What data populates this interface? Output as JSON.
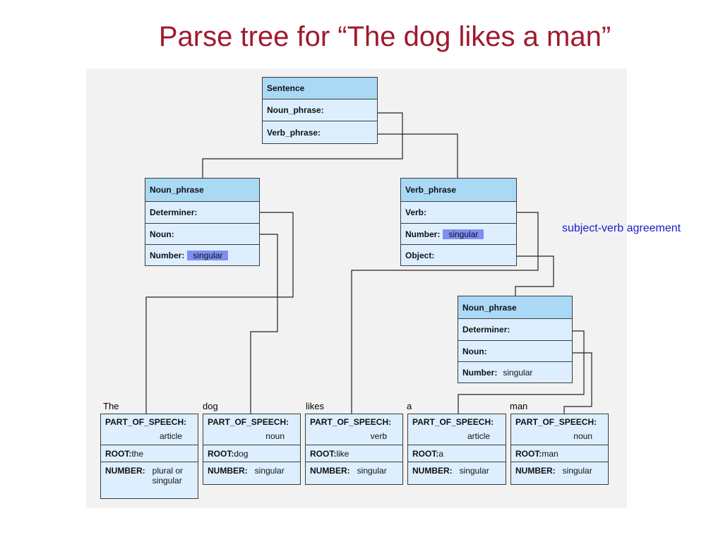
{
  "title": "Parse tree for  “The dog likes a man”",
  "annotation": "subject-verb agreement",
  "sentence": {
    "header": "Sentence",
    "rows": [
      "Noun_phrase:",
      "Verb_phrase:"
    ]
  },
  "np1": {
    "header": "Noun_phrase",
    "determiner": "Determiner:",
    "noun": "Noun:",
    "number_label": "Number:",
    "number_value": "singular"
  },
  "vp": {
    "header": "Verb_phrase",
    "verb": "Verb:",
    "number_label": "Number:",
    "number_value": "singular",
    "object": "Object:"
  },
  "np2": {
    "header": "Noun_phrase",
    "determiner": "Determiner:",
    "noun": "Noun:",
    "number_label": "Number:",
    "number_value": "singular"
  },
  "leaves": [
    {
      "word": "The",
      "pos_label": "PART_OF_SPEECH:",
      "pos": "article",
      "root_label": "ROOT:",
      "root": "the",
      "number_label": "NUMBER:",
      "number": "plural or singular"
    },
    {
      "word": "dog",
      "pos_label": "PART_OF_SPEECH:",
      "pos": "noun",
      "root_label": "ROOT:",
      "root": "dog",
      "number_label": "NUMBER:",
      "number": "singular"
    },
    {
      "word": "likes",
      "pos_label": "PART_OF_SPEECH:",
      "pos": "verb",
      "root_label": "ROOT:",
      "root": "like",
      "number_label": "NUMBER:",
      "number": "singular"
    },
    {
      "word": "a",
      "pos_label": "PART_OF_SPEECH:",
      "pos": "article",
      "root_label": "ROOT:",
      "root": "a",
      "number_label": "NUMBER:",
      "number": "singular"
    },
    {
      "word": "man",
      "pos_label": "PART_OF_SPEECH:",
      "pos": "noun",
      "root_label": "ROOT:",
      "root": "man",
      "number_label": "NUMBER:",
      "number": "singular"
    }
  ]
}
